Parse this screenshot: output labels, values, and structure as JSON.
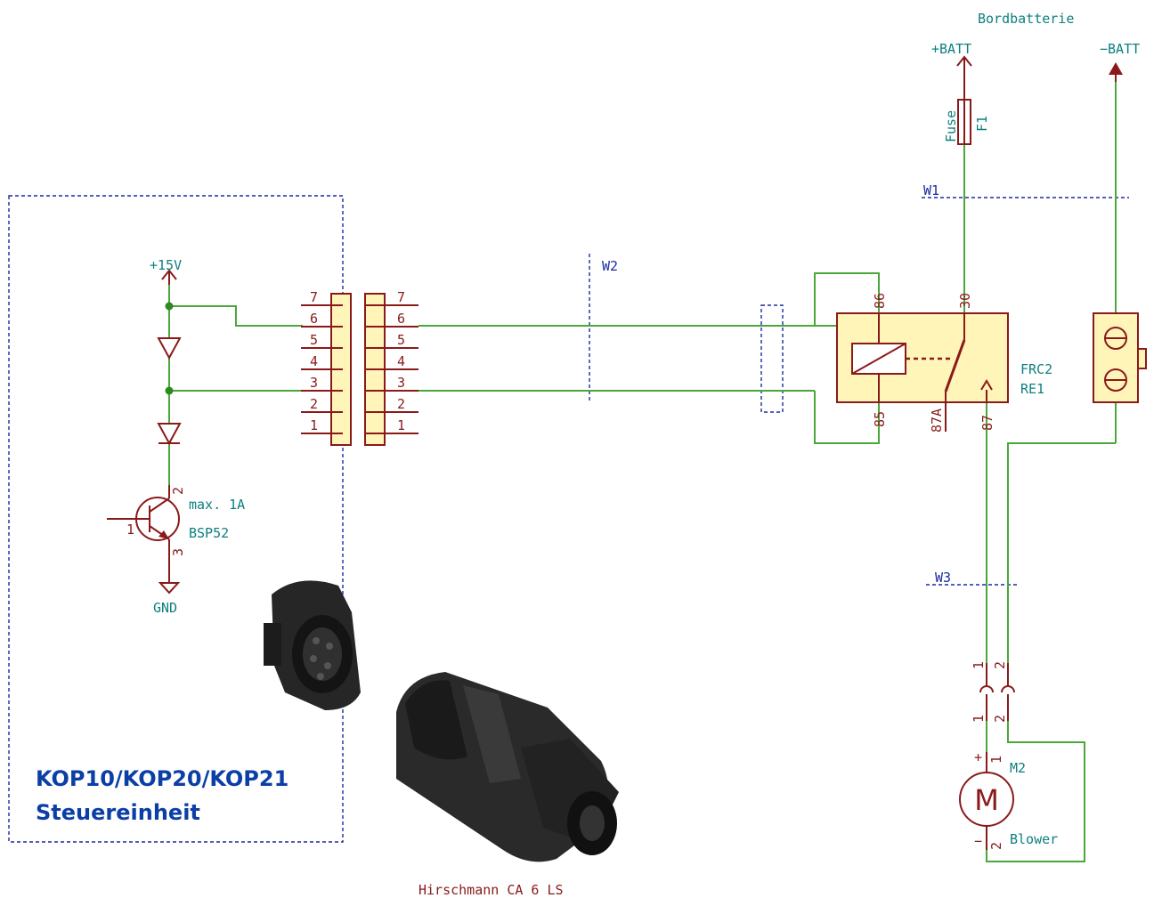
{
  "title": "Bordbatterie",
  "power": {
    "plus_batt": "+BATT",
    "minus_batt": "−BATT",
    "plus_15v": "+15V",
    "gnd": "GND"
  },
  "fuse": {
    "value": "Fuse",
    "ref": "F1"
  },
  "wires": {
    "w1": "W1",
    "w2": "W2",
    "w3": "W3"
  },
  "relay": {
    "ref1": "FRC2",
    "ref2": "RE1",
    "pins": {
      "p86": "86",
      "p85": "85",
      "p30": "30",
      "p87a": "87A",
      "p87": "87"
    }
  },
  "transistor": {
    "part": "BSP52",
    "note": "max. 1A",
    "pins": {
      "base": "1",
      "collector": "2",
      "emitter": "3"
    }
  },
  "connector_left": {
    "pins": [
      "7",
      "6",
      "5",
      "4",
      "3",
      "2",
      "1"
    ]
  },
  "connector_right": {
    "pins": [
      "7",
      "6",
      "5",
      "4",
      "3",
      "2",
      "1"
    ]
  },
  "motor": {
    "ref": "M2",
    "value": "Blower",
    "symbol": "M",
    "pin_plus_sign": "+",
    "pin_minus_sign": "−",
    "pin1": "1",
    "pin2": "2"
  },
  "blower_connector": {
    "top_pins": [
      "1",
      "2"
    ],
    "bottom_pins": [
      "1",
      "2"
    ]
  },
  "unit": {
    "line1": "KOP10/KOP20/KOP21",
    "line2": "Steuereinheit"
  },
  "plug_caption": "Hirschmann CA 6 LS",
  "colors": {
    "wire": "#4aa83a",
    "component": "#8a1a1a",
    "component_fill": "#fff5b8",
    "frame": "#1a2aa0",
    "unit_label": "#0b3fa6"
  }
}
